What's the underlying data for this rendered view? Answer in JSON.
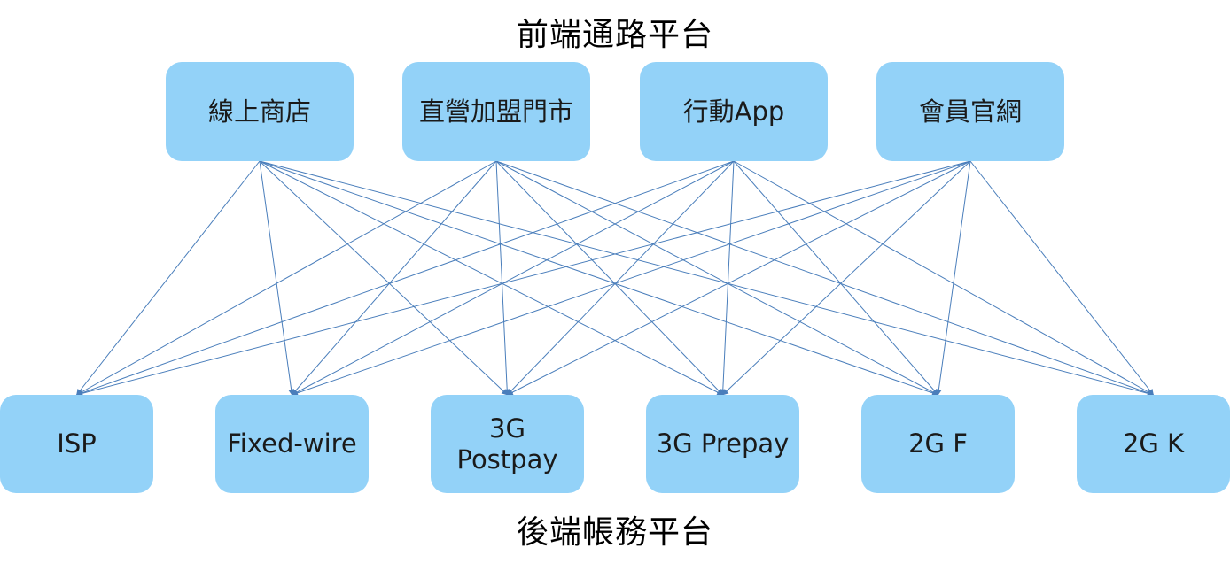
{
  "titles": {
    "top": "前端通路平台",
    "bottom": "後端帳務平台"
  },
  "front_nodes": [
    {
      "id": "online-store",
      "label": "線上商店"
    },
    {
      "id": "retail-stores",
      "label": "直營加盟門市"
    },
    {
      "id": "mobile-app",
      "label": "行動App"
    },
    {
      "id": "member-site",
      "label": "會員官網"
    }
  ],
  "back_nodes": [
    {
      "id": "isp",
      "label": "ISP"
    },
    {
      "id": "fixed-wire",
      "label": "Fixed-wire"
    },
    {
      "id": "3g-postpay",
      "label": "3G\nPostpay"
    },
    {
      "id": "3g-prepay",
      "label": "3G Prepay"
    },
    {
      "id": "2g-f",
      "label": "2G F"
    },
    {
      "id": "2g-k",
      "label": "2G K"
    }
  ],
  "connections": "all-to-all",
  "colors": {
    "node_fill": "#93d2f8",
    "link_stroke": "#4a7ebb",
    "text": "#1a1a1a"
  }
}
